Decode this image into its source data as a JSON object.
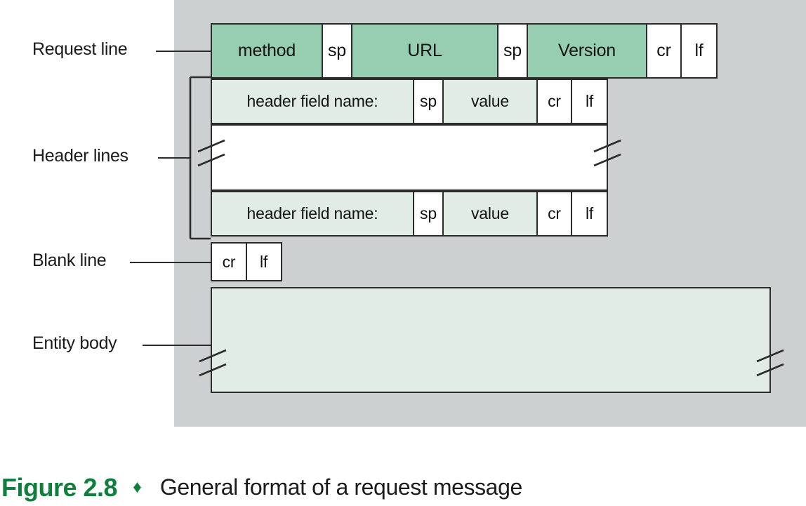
{
  "figure": {
    "number_label": "Figure 2.8",
    "separator": "♦",
    "caption": "General format of a request message",
    "accent_color": "#0e7f3d",
    "panel_background": "#cdd0d1",
    "fill_dark_green": "#97cdb1",
    "fill_light_green": "#e0ece5",
    "fill_white": "#ffffff",
    "stroke_color": "#2b2b2b"
  },
  "labels": {
    "request_line": "Request line",
    "header_lines": "Header lines",
    "blank_line": "Blank line",
    "entity_body": "Entity body"
  },
  "message": {
    "request_line": {
      "cells": [
        {
          "text": "method",
          "fill": "dark"
        },
        {
          "text": "sp",
          "fill": "white"
        },
        {
          "text": "URL",
          "fill": "dark"
        },
        {
          "text": "sp",
          "fill": "white"
        },
        {
          "text": "Version",
          "fill": "dark"
        },
        {
          "text": "cr",
          "fill": "white"
        },
        {
          "text": "lf",
          "fill": "white"
        }
      ]
    },
    "header_line_first": {
      "cells": [
        {
          "text": "header field name:",
          "fill": "light"
        },
        {
          "text": "sp",
          "fill": "white"
        },
        {
          "text": "value",
          "fill": "light"
        },
        {
          "text": "cr",
          "fill": "white"
        },
        {
          "text": "lf",
          "fill": "white"
        }
      ]
    },
    "header_ellipsis": {
      "text": "",
      "fill": "white",
      "has_break_marks": true
    },
    "header_line_last": {
      "cells": [
        {
          "text": "header field name:",
          "fill": "light"
        },
        {
          "text": "sp",
          "fill": "white"
        },
        {
          "text": "value",
          "fill": "light"
        },
        {
          "text": "cr",
          "fill": "white"
        },
        {
          "text": "lf",
          "fill": "white"
        }
      ]
    },
    "blank_line": {
      "cells": [
        {
          "text": "cr",
          "fill": "white"
        },
        {
          "text": "lf",
          "fill": "white"
        }
      ]
    },
    "entity_body": {
      "text": "",
      "fill": "light",
      "has_break_marks": true
    }
  }
}
